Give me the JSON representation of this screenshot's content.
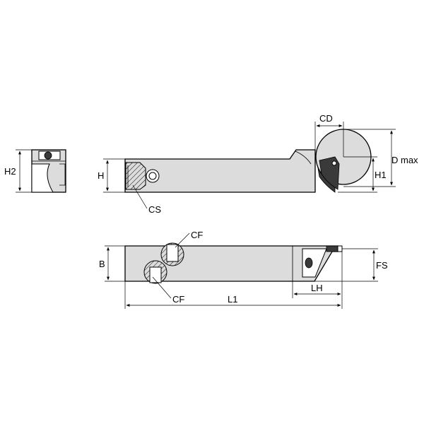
{
  "labels": {
    "h2": "H2",
    "h": "H",
    "cs": "CS",
    "cd": "CD",
    "d_max": "D max",
    "h1": "H1",
    "cf_top": "CF",
    "cf_bottom": "CF",
    "b": "B",
    "fs": "FS",
    "lh": "LH",
    "l1": "L1"
  },
  "colors": {
    "body_fill": "#dcdcdc",
    "line": "#000000",
    "dark_part": "#3a3a3a"
  }
}
